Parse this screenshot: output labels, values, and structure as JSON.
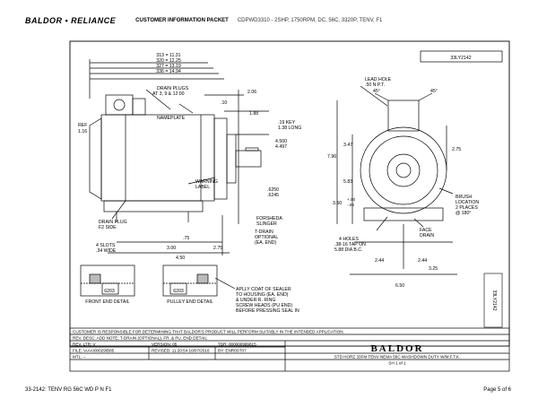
{
  "header": {
    "brand": "BALDOR • RELIANCE",
    "title": "CUSTOMER INFORMATION PACKET",
    "description": "CDPWD3310 - 2SHP, 1750RPM, DC, 56C, 3320P, TENV, F1"
  },
  "drawing": {
    "number": "33LY2142",
    "dims_left": {
      "overall": [
        "313 = 11.31",
        "320 = 12.25",
        "327 = 13.19",
        "336 = 14.94"
      ],
      "drain_plugs": "DRAIN PLUGS",
      "drain_plugs_at": "AT 3, 9 & 12:00",
      "nameplate": "NAMEPLATE",
      "d206": "2.06",
      "d10": ".10",
      "d188": "1.88",
      "key": ".19 KEY",
      "key_long": "1.38 LONG",
      "ref": "REF",
      "ref_val": "1.16",
      "d4500": "4.500",
      "d4497": "4.497",
      "warning": "WARNING",
      "label": "LABEL",
      "d6250": ".6250",
      "d6245": ".6245",
      "drain_plug_f2": "DRAIN PLUG",
      "f2_side": "F2 SIDE",
      "forsheda": "FORSHEDA",
      "slinger": "SLINGER",
      "slots": "4 SLOTS",
      "slots_wide": ".34 WIDE",
      "d75": ".75",
      "d300": "3.00",
      "d275b": "2.75",
      "d450": "4.50",
      "tdrain": "T-DRAIN",
      "optional": "OPTIONAL",
      "ea_end": "(EA. END)"
    },
    "dims_right": {
      "lead_hole": "LEAD HOLE",
      "npt": ".50 N.P.T.",
      "a45l": "45°",
      "a45r": "45°",
      "d347": "3.47",
      "d275": "2.75",
      "d796": "7.96",
      "d583": "5.83",
      "d350": "3.50",
      "tol_p": "+.00",
      "tol_m": "-.06",
      "brush": "BRUSH",
      "location": "LOCATION",
      "places": "2 PLACES",
      "deg180": "@ 180°",
      "holes": "4 HOLES",
      "tap": ".38-16 TAP ON",
      "bc": "5.88 DIA B.C.",
      "face": "FACE",
      "drain": "DRAIN",
      "d244a": "2.44",
      "d244b": "2.44",
      "d325": "3.25",
      "d650": "6.50"
    },
    "details": {
      "front": "FRONT END DETAIL",
      "pulley": "PULLEY END DETAIL",
      "bearing_front": "6203",
      "bearing_pulley": "6203",
      "note1": "APLLY COAT OF SEALER",
      "note2": "TO HOUSING (EA. END)",
      "note3": "& UNDER R. RING",
      "note4": "SCREW HEADS (PU END)",
      "note5": "BEFORE PRESSING SEAL IN"
    },
    "side_number": "33LY2142"
  },
  "title_block": {
    "responsibility": "CUSTOMER IS RESPONSIBLE FOR DETERMINING THAT BALDOR'S PRODUCT WILL PERFORM SUITABLY IN THE INTENDED APPLICATION.",
    "rev_desc": "REV. DESC:  ADD NOTE: T-DRAIN (OPTIONAL), FR. & PU. END DETAIL",
    "rev_ltr": "REV. LTR:  V",
    "version": "VERSION: 05",
    "tdr": "TDR: 000000999815",
    "file": "FILE: \\AAA\\00029\\B85",
    "revised": "REVISED: 11:20:54 10/07/2016",
    "by": "BY: ENR0ST07",
    "mtl": "MTL: --",
    "logo": "BALDOR",
    "description": "STD HORZ 33FM TENV NEMA 56C WASHDOWN DUTY W/M.F.T.K.",
    "sheet": "SH 1 of 1"
  },
  "footer": {
    "left": "33-2142: TENV RG 56C WD P N F1",
    "right": "Page 5 of 6"
  }
}
